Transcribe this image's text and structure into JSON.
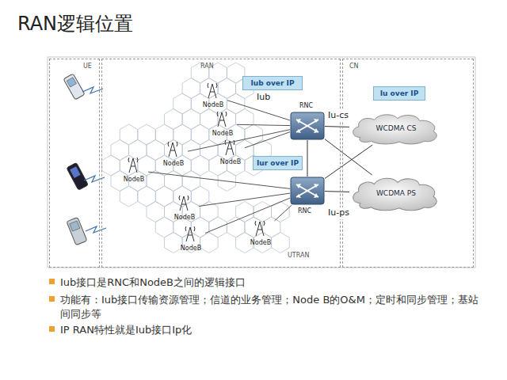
{
  "diagram": {
    "title": "RAN逻辑位置",
    "nodes": [
      {
        "text": [
          "UE"
        ]
      },
      {
        "text": [
          "RAN"
        ]
      },
      {
        "text": [
          "CN"
        ]
      },
      {
        "text": [
          "NodeB"
        ],
        "in": 1
      },
      {
        "text": [
          "NodeB"
        ],
        "in": 1
      },
      {
        "text": [
          "NodeB"
        ],
        "in": 1
      },
      {
        "text": [
          "NodeB"
        ],
        "in": 1
      },
      {
        "text": [
          "NodeB"
        ],
        "in": 1
      },
      {
        "text": [
          "NodeB"
        ],
        "in": 1
      },
      {
        "text": [
          "NodeB"
        ],
        "in": 1
      },
      {
        "text": [
          "NodeB"
        ],
        "in": 1
      },
      {
        "text": [
          "RNC"
        ],
        "in": 1
      },
      {
        "text": [
          "RNC"
        ],
        "in": 1
      },
      {
        "text": [
          "Iub over IP"
        ],
        "in": 1
      },
      {
        "text": [
          "Iur over IP"
        ],
        "in": 1
      },
      {
        "text": [
          "Iu over IP"
        ],
        "in": 2
      },
      {
        "text": [
          "WCDMA CS"
        ],
        "in": 2
      },
      {
        "text": [
          "WCDMA PS"
        ],
        "in": 2
      }
    ],
    "edges": [
      {
        "from": 3,
        "to": 11,
        "arrow": "none"
      },
      {
        "from": 4,
        "to": 11,
        "arrow": "none"
      },
      {
        "from": 5,
        "to": 11,
        "arrow": "none"
      },
      {
        "from": 7,
        "to": 11,
        "arrow": "none"
      },
      {
        "from": 6,
        "to": 12,
        "arrow": "none"
      },
      {
        "from": 8,
        "to": 12,
        "arrow": "none"
      },
      {
        "from": 9,
        "to": 12,
        "arrow": "none"
      },
      {
        "from": 10,
        "to": 12,
        "arrow": "none"
      },
      {
        "from": 11,
        "to": 12,
        "arrow": "none"
      },
      {
        "from": 11,
        "to": 16,
        "arrow": "none"
      },
      {
        "from": 11,
        "to": 17,
        "arrow": "none"
      },
      {
        "from": 12,
        "to": 16,
        "arrow": "none"
      },
      {
        "from": 12,
        "to": 17,
        "arrow": "none"
      }
    ],
    "labels": [
      "Iub",
      "Iu-cs",
      "Iu-ps",
      "UTRAN",
      "Iub接口是RNC和NodeB之间的逻辑接口",
      "功能有：Iub接口传输资源管理；信道的业务管理；Node B的O&M；定时和同步管理；基站间同步等",
      "IP RAN特性就是Iub接口Ip化"
    ]
  }
}
